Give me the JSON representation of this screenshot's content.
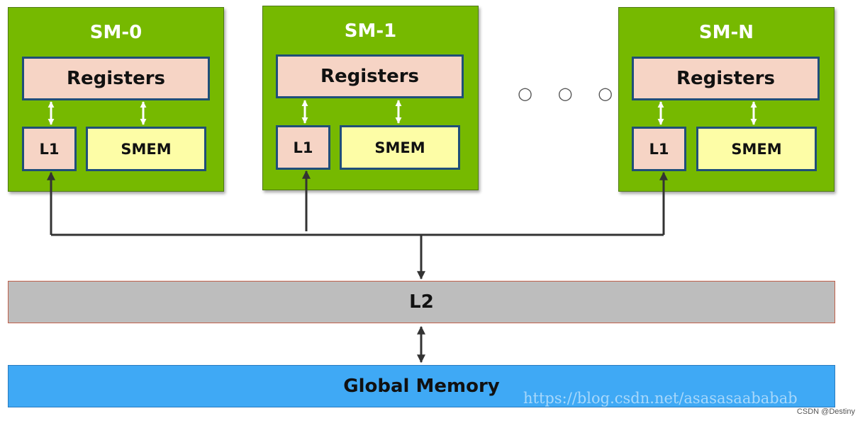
{
  "sms": [
    {
      "title": "SM-0",
      "registers": "Registers",
      "l1": "L1",
      "smem": "SMEM"
    },
    {
      "title": "SM-1",
      "registers": "Registers",
      "l1": "L1",
      "smem": "SMEM"
    },
    {
      "title": "SM-N",
      "registers": "Registers",
      "l1": "L1",
      "smem": "SMEM"
    }
  ],
  "ellipsis": "○ ○ ○",
  "l2_label": "L2",
  "global_memory_label": "Global Memory",
  "watermark": "https://blog.csdn.net/asasasaababab",
  "credit": "CSDN @Destiny",
  "colors": {
    "sm_green": "#76b900",
    "register_fill": "#f6d4c5",
    "smem_fill": "#fdfda6",
    "border_blue": "#1f4e79",
    "l2_gray": "#bdbdbd",
    "global_blue": "#3fa9f5"
  }
}
